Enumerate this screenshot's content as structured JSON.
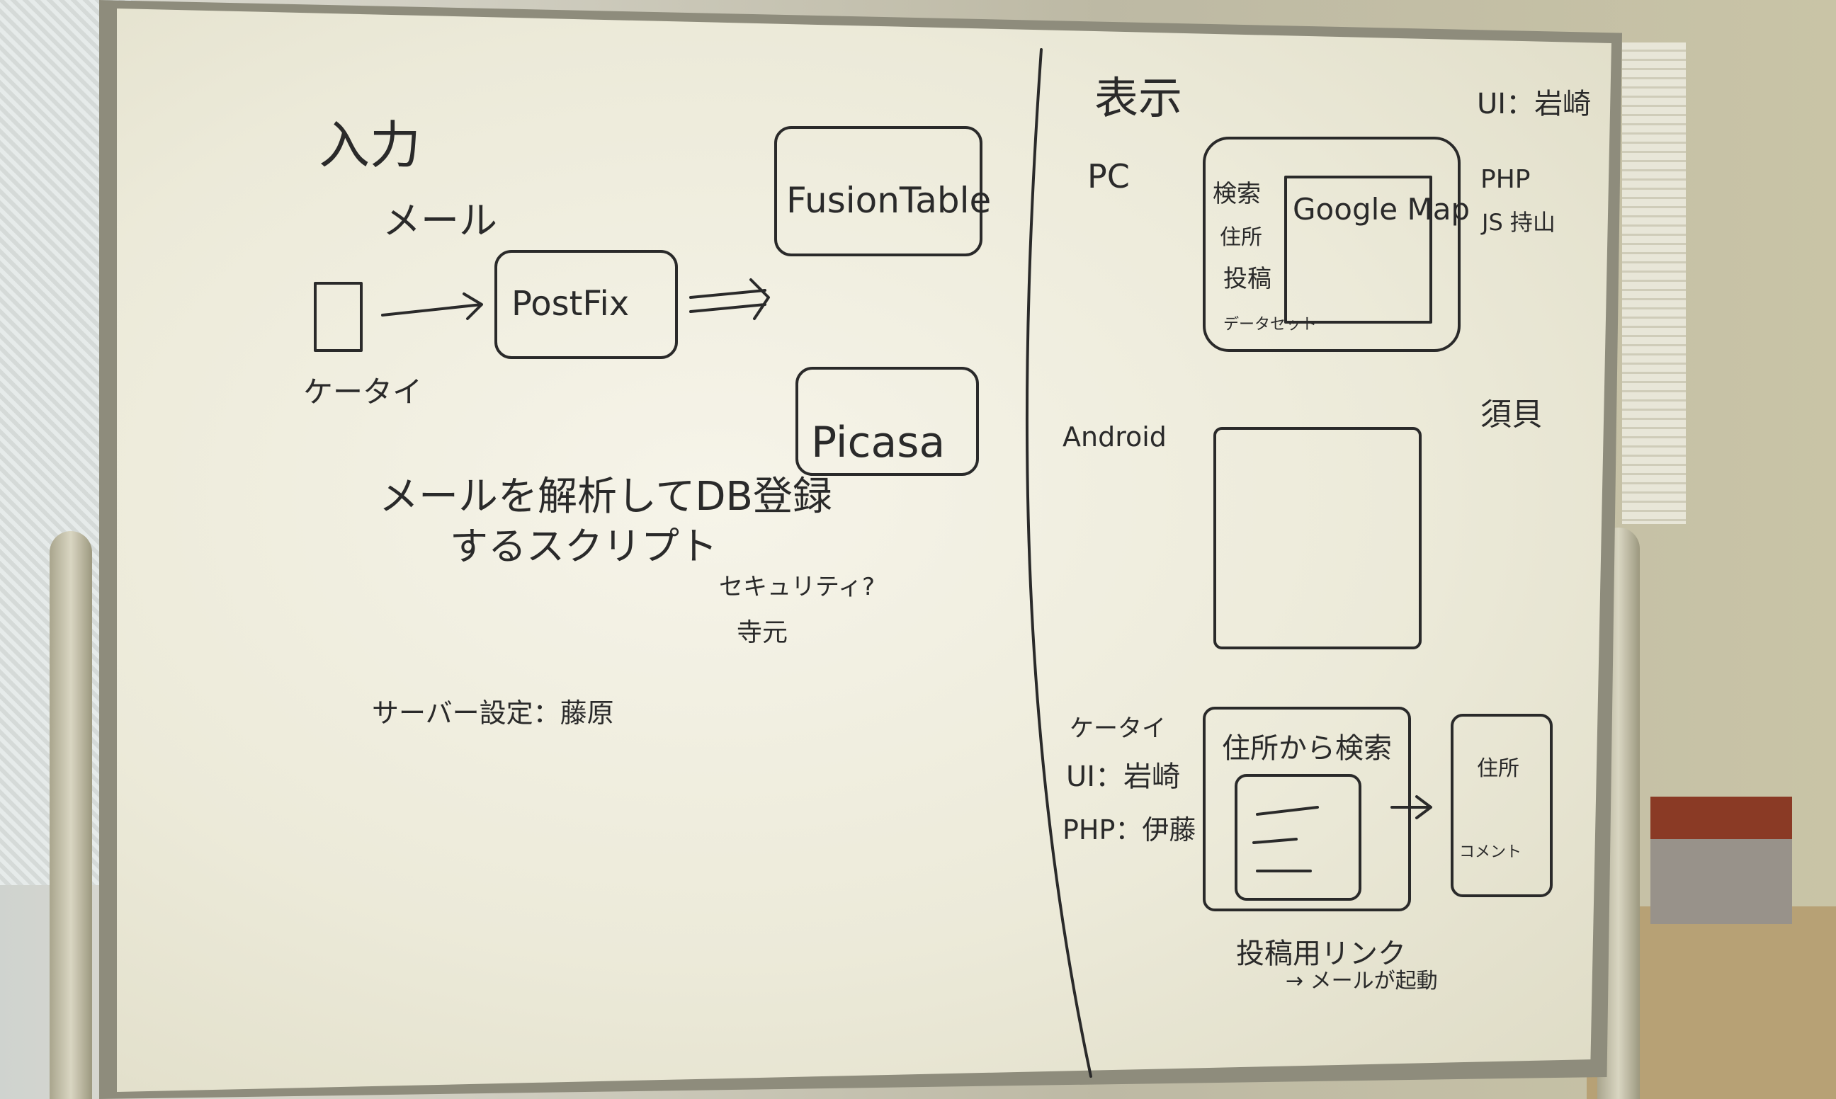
{
  "whiteboard": {
    "input": {
      "heading": "入力",
      "mail": "メール",
      "mobile": "ケータイ",
      "postfix": "PostFix",
      "fusiontable": "FusionTable",
      "picasa": "Picasa",
      "script_line1": "メールを解析してDB登録",
      "script_line2": "するスクリプト",
      "security_q": "セキュリティ?",
      "security_name": "寺元",
      "server_setting": "サーバー設定：藤原"
    },
    "display": {
      "heading": "表示",
      "pc": "PC",
      "pc_menu": [
        "検索",
        "住所",
        "投稿",
        "データセット"
      ],
      "google_map": "Google Map",
      "ui_owner": "UI：岩崎",
      "php": "PHP",
      "js": "JS 持山",
      "android": "Android",
      "android_owner": "須貝",
      "keitai": "ケータイ",
      "keitai_ui": "UI：岩崎",
      "keitai_php": "PHP：伊藤",
      "search_by_address": "住所から検索",
      "phone_screen_top": "住所",
      "phone_screen_bottom": "コメント",
      "post_link": "投稿用リンク",
      "mail_launch": "→ メールが起動"
    }
  }
}
